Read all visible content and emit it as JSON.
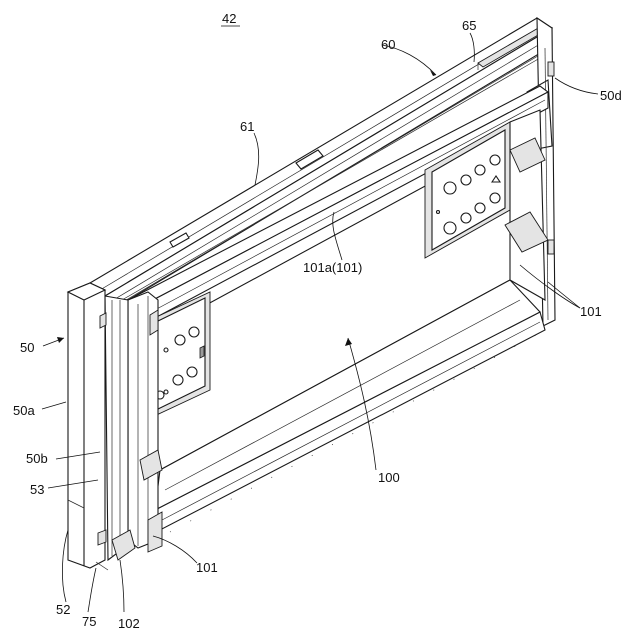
{
  "figure": {
    "number": "42",
    "labels": {
      "l60": "60",
      "l65": "65",
      "l50d": "50d",
      "l61": "61",
      "l101a": "101a(101)",
      "l101_right": "101",
      "l50": "50",
      "l50a": "50a",
      "l50b": "50b",
      "l53": "53",
      "l100": "100",
      "l101_bottom": "101",
      "l52": "52",
      "l75": "75",
      "l102": "102"
    }
  }
}
